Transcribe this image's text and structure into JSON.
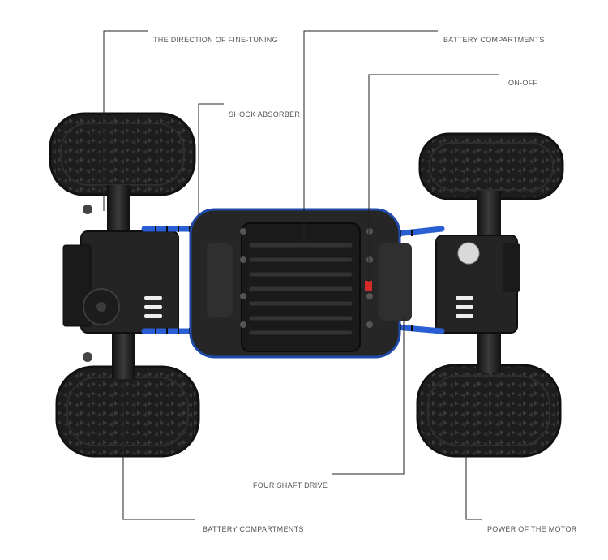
{
  "callouts": {
    "fine_tuning": "THE DIRECTION OF FINE-TUNING",
    "battery_top": "BATTERY COMPARTMENTS",
    "on_off": "ON-OFF",
    "shock_absorber": "SHOCK ABSORBER",
    "four_shaft_drive": "FOUR SHAFT DRIVE",
    "battery_bottom": "BATTERY COMPARTMENTS",
    "power_motor": "POWER OF THE MOTOR"
  },
  "colors": {
    "tire": "#1d1d1d",
    "tread": "#3a3a3a",
    "chassis": "#262626",
    "plate": "#1a1a1a",
    "accent_blue": "#2a5fd4",
    "leader_line": "#222222",
    "switch_red": "#d42a2a"
  }
}
